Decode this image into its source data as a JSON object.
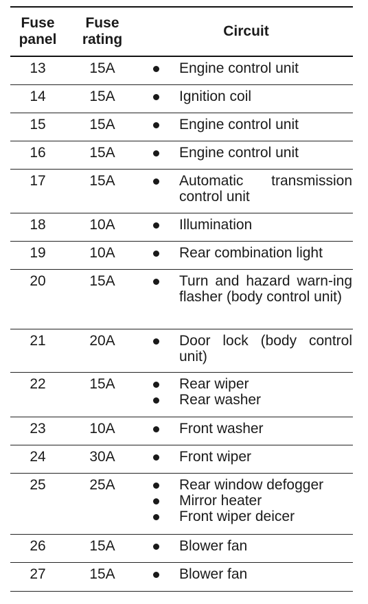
{
  "headers": {
    "fuse_panel": [
      "Fuse",
      "panel"
    ],
    "fuse_rating": [
      "Fuse",
      "rating"
    ],
    "circuit": "Circuit"
  },
  "rows": [
    {
      "panel": "13",
      "rating": "15A",
      "circuits": [
        "Engine control unit"
      ],
      "h": 41
    },
    {
      "panel": "14",
      "rating": "15A",
      "circuits": [
        "Ignition coil"
      ],
      "h": 41
    },
    {
      "panel": "15",
      "rating": "15A",
      "circuits": [
        "Engine control unit"
      ],
      "h": 41
    },
    {
      "panel": "16",
      "rating": "15A",
      "circuits": [
        "Engine control unit"
      ],
      "h": 41
    },
    {
      "panel": "17",
      "rating": "15A",
      "circuits": [
        "Automatic transmission control unit"
      ],
      "h": 64
    },
    {
      "panel": "18",
      "rating": "10A",
      "circuits": [
        "Illumination"
      ],
      "h": 41
    },
    {
      "panel": "19",
      "rating": "10A",
      "circuits": [
        "Rear combination light"
      ],
      "h": 41
    },
    {
      "panel": "20",
      "rating": "15A",
      "circuits": [
        "Turn and hazard warn-ing flasher (body control unit)"
      ],
      "h": 87
    },
    {
      "panel": "21",
      "rating": "20A",
      "circuits": [
        "Door lock (body control unit)"
      ],
      "h": 63
    },
    {
      "panel": "22",
      "rating": "15A",
      "circuits": [
        "Rear wiper",
        "Rear washer"
      ],
      "h": 65
    },
    {
      "panel": "23",
      "rating": "10A",
      "circuits": [
        "Front washer"
      ],
      "h": 41
    },
    {
      "panel": "24",
      "rating": "30A",
      "circuits": [
        "Front wiper"
      ],
      "h": 41
    },
    {
      "panel": "25",
      "rating": "25A",
      "circuits": [
        "Rear window defogger",
        "Mirror heater",
        "Front wiper deicer"
      ],
      "h": 89
    },
    {
      "panel": "26",
      "rating": "15A",
      "circuits": [
        "Blower fan"
      ],
      "h": 41
    },
    {
      "panel": "27",
      "rating": "15A",
      "circuits": [
        "Blower fan"
      ],
      "h": 42
    }
  ]
}
